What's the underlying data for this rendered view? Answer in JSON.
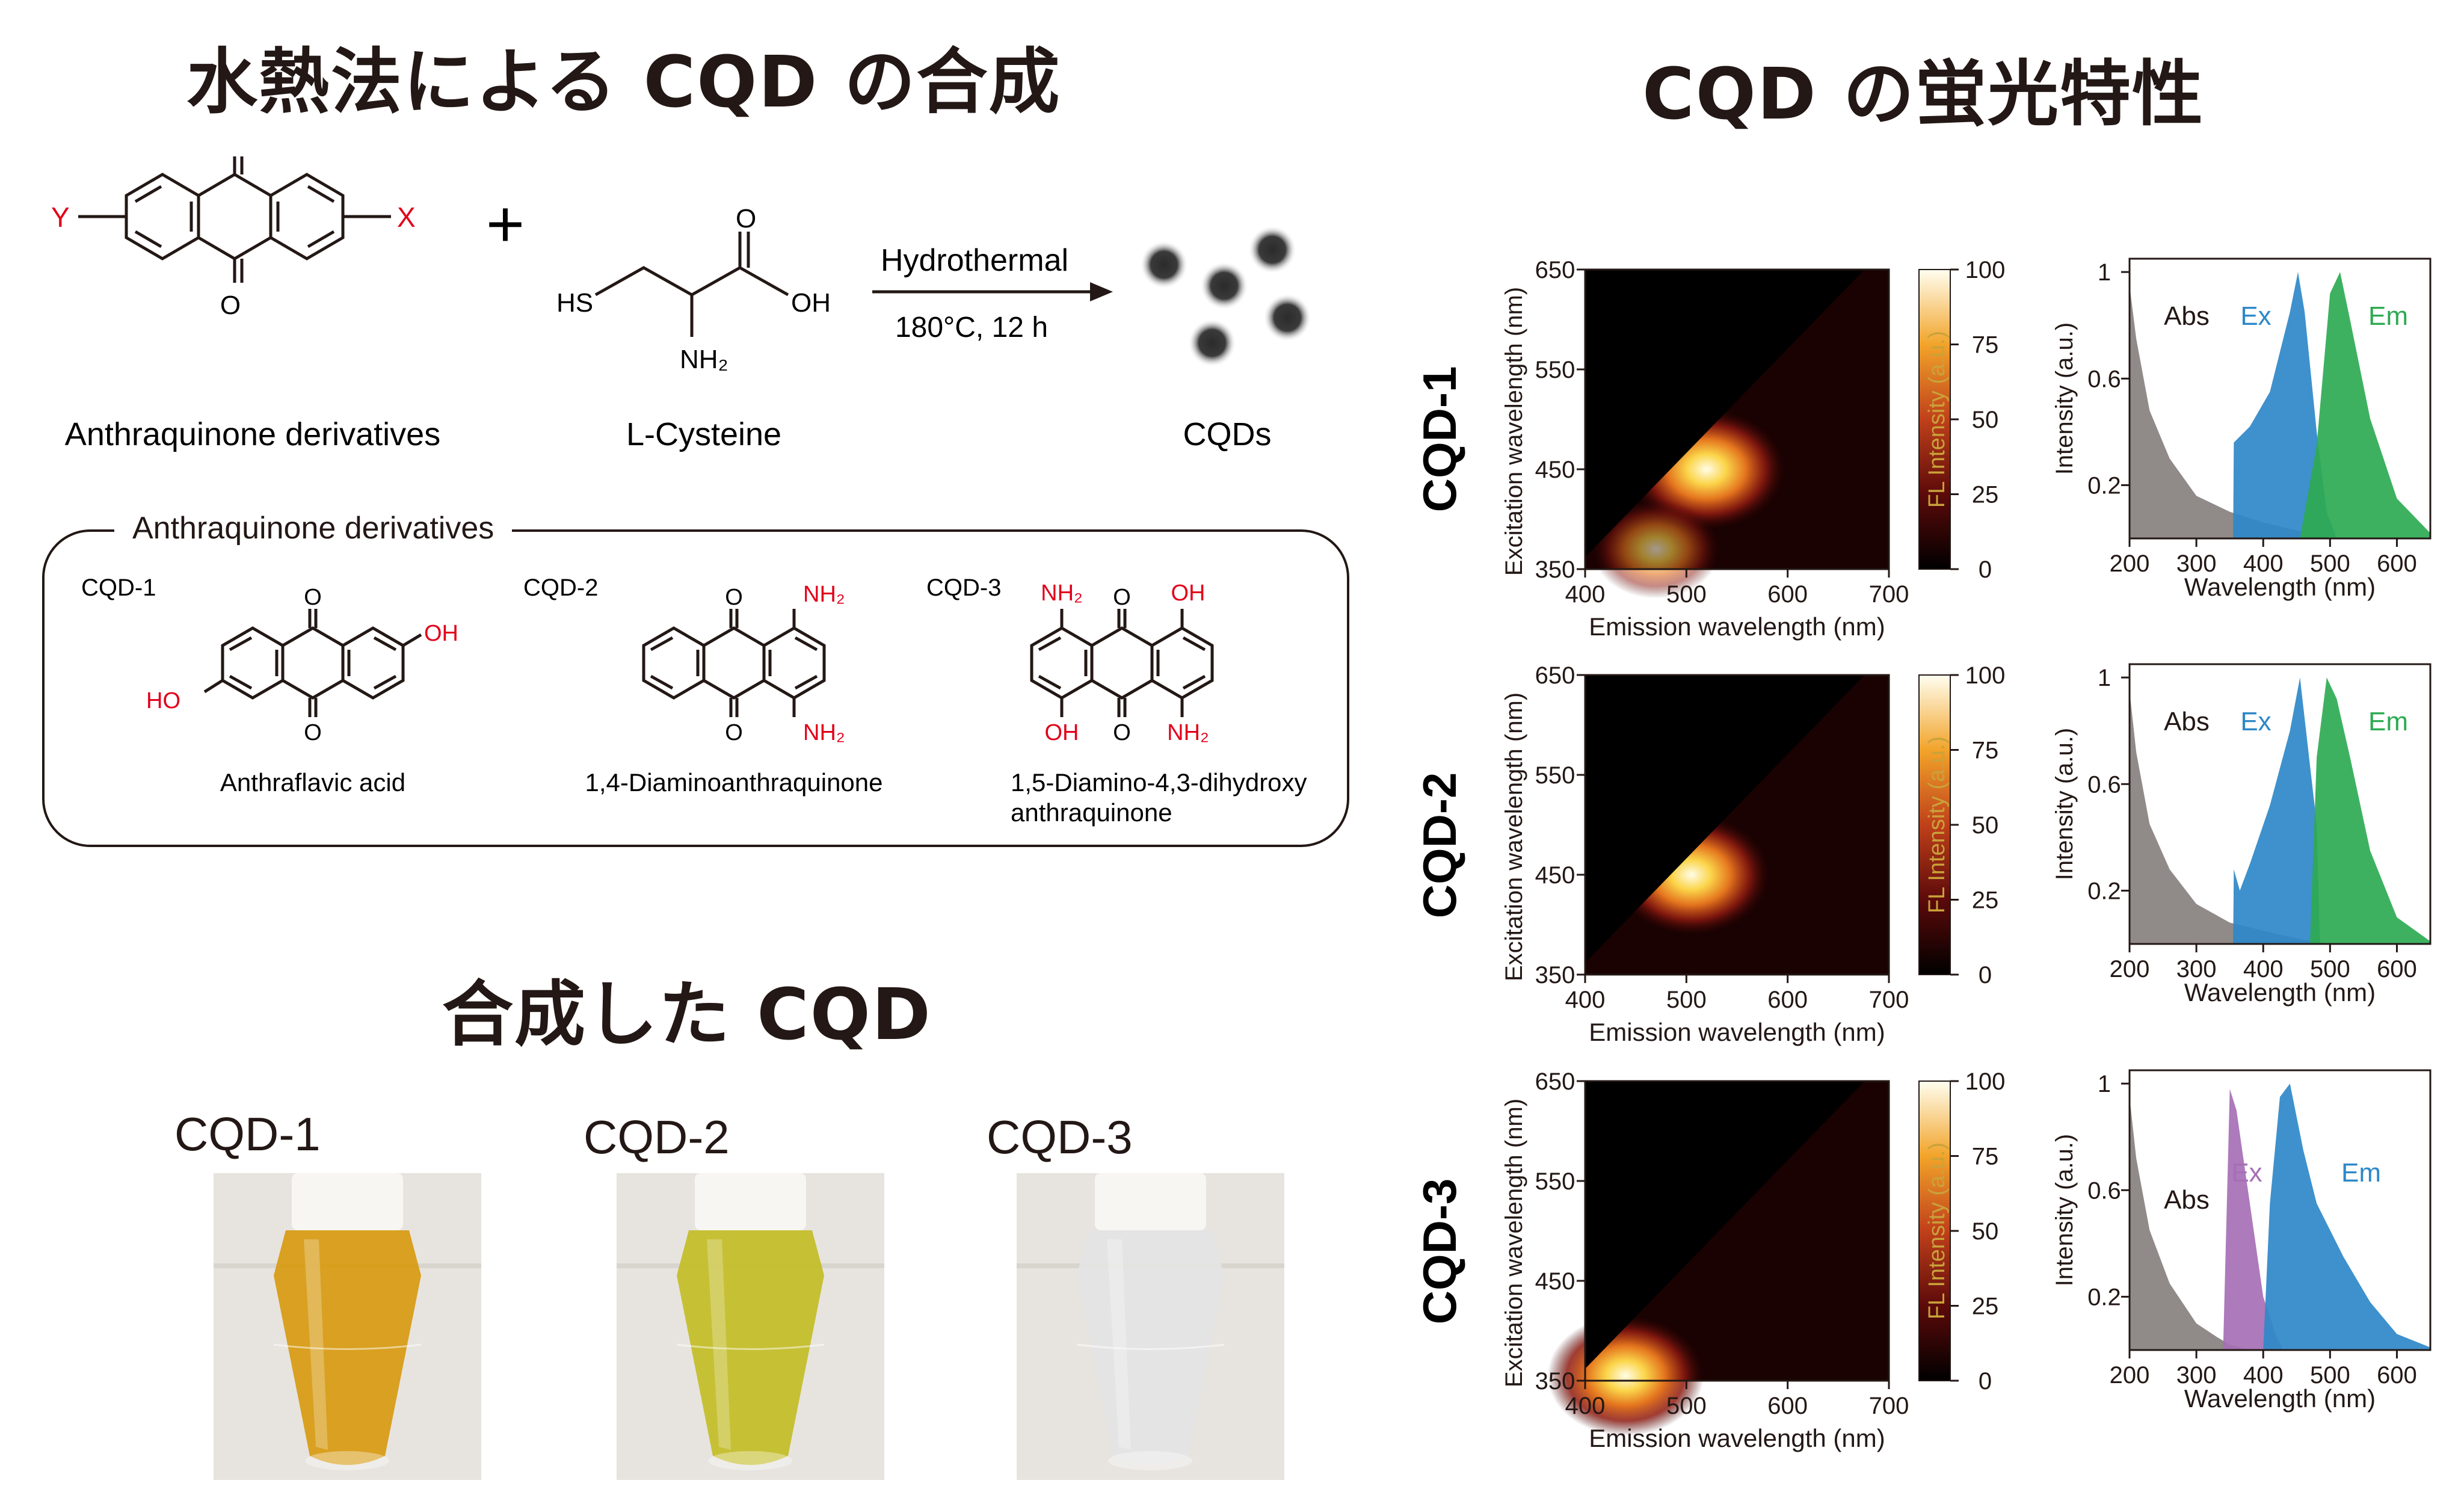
{
  "left": {
    "title": "水熱法による CQD の合成",
    "reaction": {
      "reactant1": "Anthraquinone derivatives",
      "reactant1_subst_y": "Y",
      "reactant1_subst_x": "X",
      "oxygen": "O",
      "plus": "+",
      "reactant2": "L-Cysteine",
      "reactant2_hs": "HS",
      "reactant2_oh": "OH",
      "reactant2_o": "O",
      "reactant2_nh2": "NH₂",
      "condition_top": "Hydrothermal",
      "condition_bottom": "180°C, 12 h",
      "product": "CQDs"
    },
    "box": {
      "title": "Anthraquinone derivatives",
      "items": [
        {
          "tag": "CQD-1",
          "name": "Anthraflavic acid",
          "g1": "HO",
          "g2": "OH"
        },
        {
          "tag": "CQD-2",
          "name": "1,4-Diaminoanthraquinone",
          "g1": "NH₂",
          "g2": "NH₂"
        },
        {
          "tag": "CQD-3",
          "name": "1,5-Diamino-4,3-dihydroxy",
          "name2": "anthraquinone",
          "g1": "NH₂",
          "g2": "OH",
          "g3": "OH",
          "g4": "NH₂"
        }
      ]
    },
    "photos_title": "合成した CQD",
    "photos": [
      {
        "label": "CQD-1",
        "liquid": "#d89a10"
      },
      {
        "label": "CQD-2",
        "liquid": "#c3bd26"
      },
      {
        "label": "CQD-3",
        "liquid": "#e4e4e4"
      }
    ]
  },
  "right": {
    "title": "CQD の蛍光特性",
    "map_axes": {
      "xlabel": "Emission wavelength (nm)",
      "ylabel": "Excitation wavelength (nm)",
      "xticks": [
        "400",
        "500",
        "600",
        "700"
      ],
      "yticks": [
        "650",
        "550",
        "450",
        "350"
      ],
      "colorbar_label": "FL Intensity (a.u.)",
      "colorbar_ticks": [
        "100",
        "75",
        "50",
        "25",
        "0"
      ]
    },
    "spec_axes": {
      "xlabel": "Wavelength (nm)",
      "ylabel": "Intensity (a.u.)",
      "xticks": [
        "200",
        "300",
        "400",
        "500",
        "600"
      ],
      "yticks": [
        "1",
        "0.6",
        "0.2"
      ]
    },
    "colors": {
      "abs": "#8a8482",
      "ex12": "#2e88c8",
      "em12": "#2eaa52",
      "ex3": "#a66fb5",
      "em3": "#2e88c8"
    },
    "rows": [
      {
        "label": "CQD-1",
        "abs": "Abs",
        "ex": "Ex",
        "em": "Em"
      },
      {
        "label": "CQD-2",
        "abs": "Abs",
        "ex": "Ex",
        "em": "Em"
      },
      {
        "label": "CQD-3",
        "abs": "Abs",
        "ex": "Ex",
        "em": "Em"
      }
    ]
  },
  "chart_data": [
    {
      "type": "heatmap",
      "title": "CQD-1",
      "xlabel": "Emission wavelength (nm)",
      "ylabel": "Excitation wavelength (nm)",
      "xlim": [
        400,
        700
      ],
      "ylim": [
        350,
        650
      ],
      "colorbar": "FL Intensity (a.u.)",
      "clim": [
        0,
        100
      ],
      "peaks": [
        {
          "em": 520,
          "ex": 450,
          "intensity": 100
        },
        {
          "em": 470,
          "ex": 370,
          "intensity": 60
        }
      ]
    },
    {
      "type": "heatmap",
      "title": "CQD-2",
      "xlabel": "Emission wavelength (nm)",
      "ylabel": "Excitation wavelength (nm)",
      "xlim": [
        400,
        700
      ],
      "ylim": [
        350,
        650
      ],
      "colorbar": "FL Intensity (a.u.)",
      "clim": [
        0,
        100
      ],
      "peaks": [
        {
          "em": 505,
          "ex": 450,
          "intensity": 100
        }
      ]
    },
    {
      "type": "heatmap",
      "title": "CQD-3",
      "xlabel": "Emission wavelength (nm)",
      "ylabel": "Excitation wavelength (nm)",
      "xlim": [
        400,
        700
      ],
      "ylim": [
        350,
        650
      ],
      "colorbar": "FL Intensity (a.u.)",
      "clim": [
        0,
        100
      ],
      "peaks": [
        {
          "em": 440,
          "ex": 355,
          "intensity": 100
        }
      ]
    },
    {
      "type": "area",
      "title": "CQD-1",
      "xlabel": "Wavelength (nm)",
      "ylabel": "Intensity (a.u.)",
      "xlim": [
        200,
        650
      ],
      "ylim": [
        0,
        1.05
      ],
      "series": [
        {
          "name": "Abs",
          "x": [
            200,
            210,
            230,
            260,
            300,
            350,
            400,
            450,
            500
          ],
          "y": [
            0.95,
            0.75,
            0.48,
            0.3,
            0.16,
            0.1,
            0.06,
            0.03,
            0.0
          ]
        },
        {
          "name": "Ex",
          "x": [
            355,
            356,
            380,
            410,
            440,
            452,
            462,
            480,
            495,
            510
          ],
          "y": [
            0.0,
            0.36,
            0.42,
            0.55,
            0.85,
            1.0,
            0.85,
            0.4,
            0.1,
            0.0
          ]
        },
        {
          "name": "Em",
          "x": [
            455,
            480,
            500,
            515,
            530,
            560,
            600,
            650
          ],
          "y": [
            0.0,
            0.35,
            0.92,
            1.0,
            0.82,
            0.45,
            0.15,
            0.02
          ]
        }
      ]
    },
    {
      "type": "area",
      "title": "CQD-2",
      "xlabel": "Wavelength (nm)",
      "ylabel": "Intensity (a.u.)",
      "xlim": [
        200,
        650
      ],
      "ylim": [
        0,
        1.05
      ],
      "series": [
        {
          "name": "Abs",
          "x": [
            200,
            210,
            230,
            260,
            300,
            350,
            400,
            450,
            500
          ],
          "y": [
            0.95,
            0.72,
            0.45,
            0.28,
            0.15,
            0.08,
            0.05,
            0.02,
            0.0
          ]
        },
        {
          "name": "Ex",
          "x": [
            355,
            356,
            365,
            380,
            410,
            440,
            455,
            465,
            480,
            485
          ],
          "y": [
            0.0,
            0.28,
            0.2,
            0.3,
            0.52,
            0.8,
            1.0,
            0.78,
            0.45,
            0.0
          ]
        },
        {
          "name": "Em",
          "x": [
            470,
            480,
            495,
            510,
            530,
            560,
            600,
            650
          ],
          "y": [
            0.0,
            0.7,
            1.0,
            0.92,
            0.7,
            0.35,
            0.1,
            0.01
          ]
        }
      ]
    },
    {
      "type": "area",
      "title": "CQD-3",
      "xlabel": "Wavelength (nm)",
      "ylabel": "Intensity (a.u.)",
      "xlim": [
        200,
        650
      ],
      "ylim": [
        0,
        1.05
      ],
      "series": [
        {
          "name": "Abs",
          "x": [
            200,
            210,
            230,
            260,
            300,
            330,
            350,
            380
          ],
          "y": [
            0.95,
            0.72,
            0.45,
            0.25,
            0.1,
            0.05,
            0.02,
            0.0
          ]
        },
        {
          "name": "Ex",
          "x": [
            340,
            350,
            360,
            380,
            400,
            420,
            430
          ],
          "y": [
            0.0,
            0.98,
            0.9,
            0.55,
            0.2,
            0.05,
            0.0
          ]
        },
        {
          "name": "Em",
          "x": [
            400,
            410,
            425,
            440,
            460,
            480,
            520,
            560,
            600,
            650
          ],
          "y": [
            0.0,
            0.55,
            0.95,
            1.0,
            0.75,
            0.55,
            0.35,
            0.18,
            0.06,
            0.01
          ]
        }
      ]
    }
  ]
}
